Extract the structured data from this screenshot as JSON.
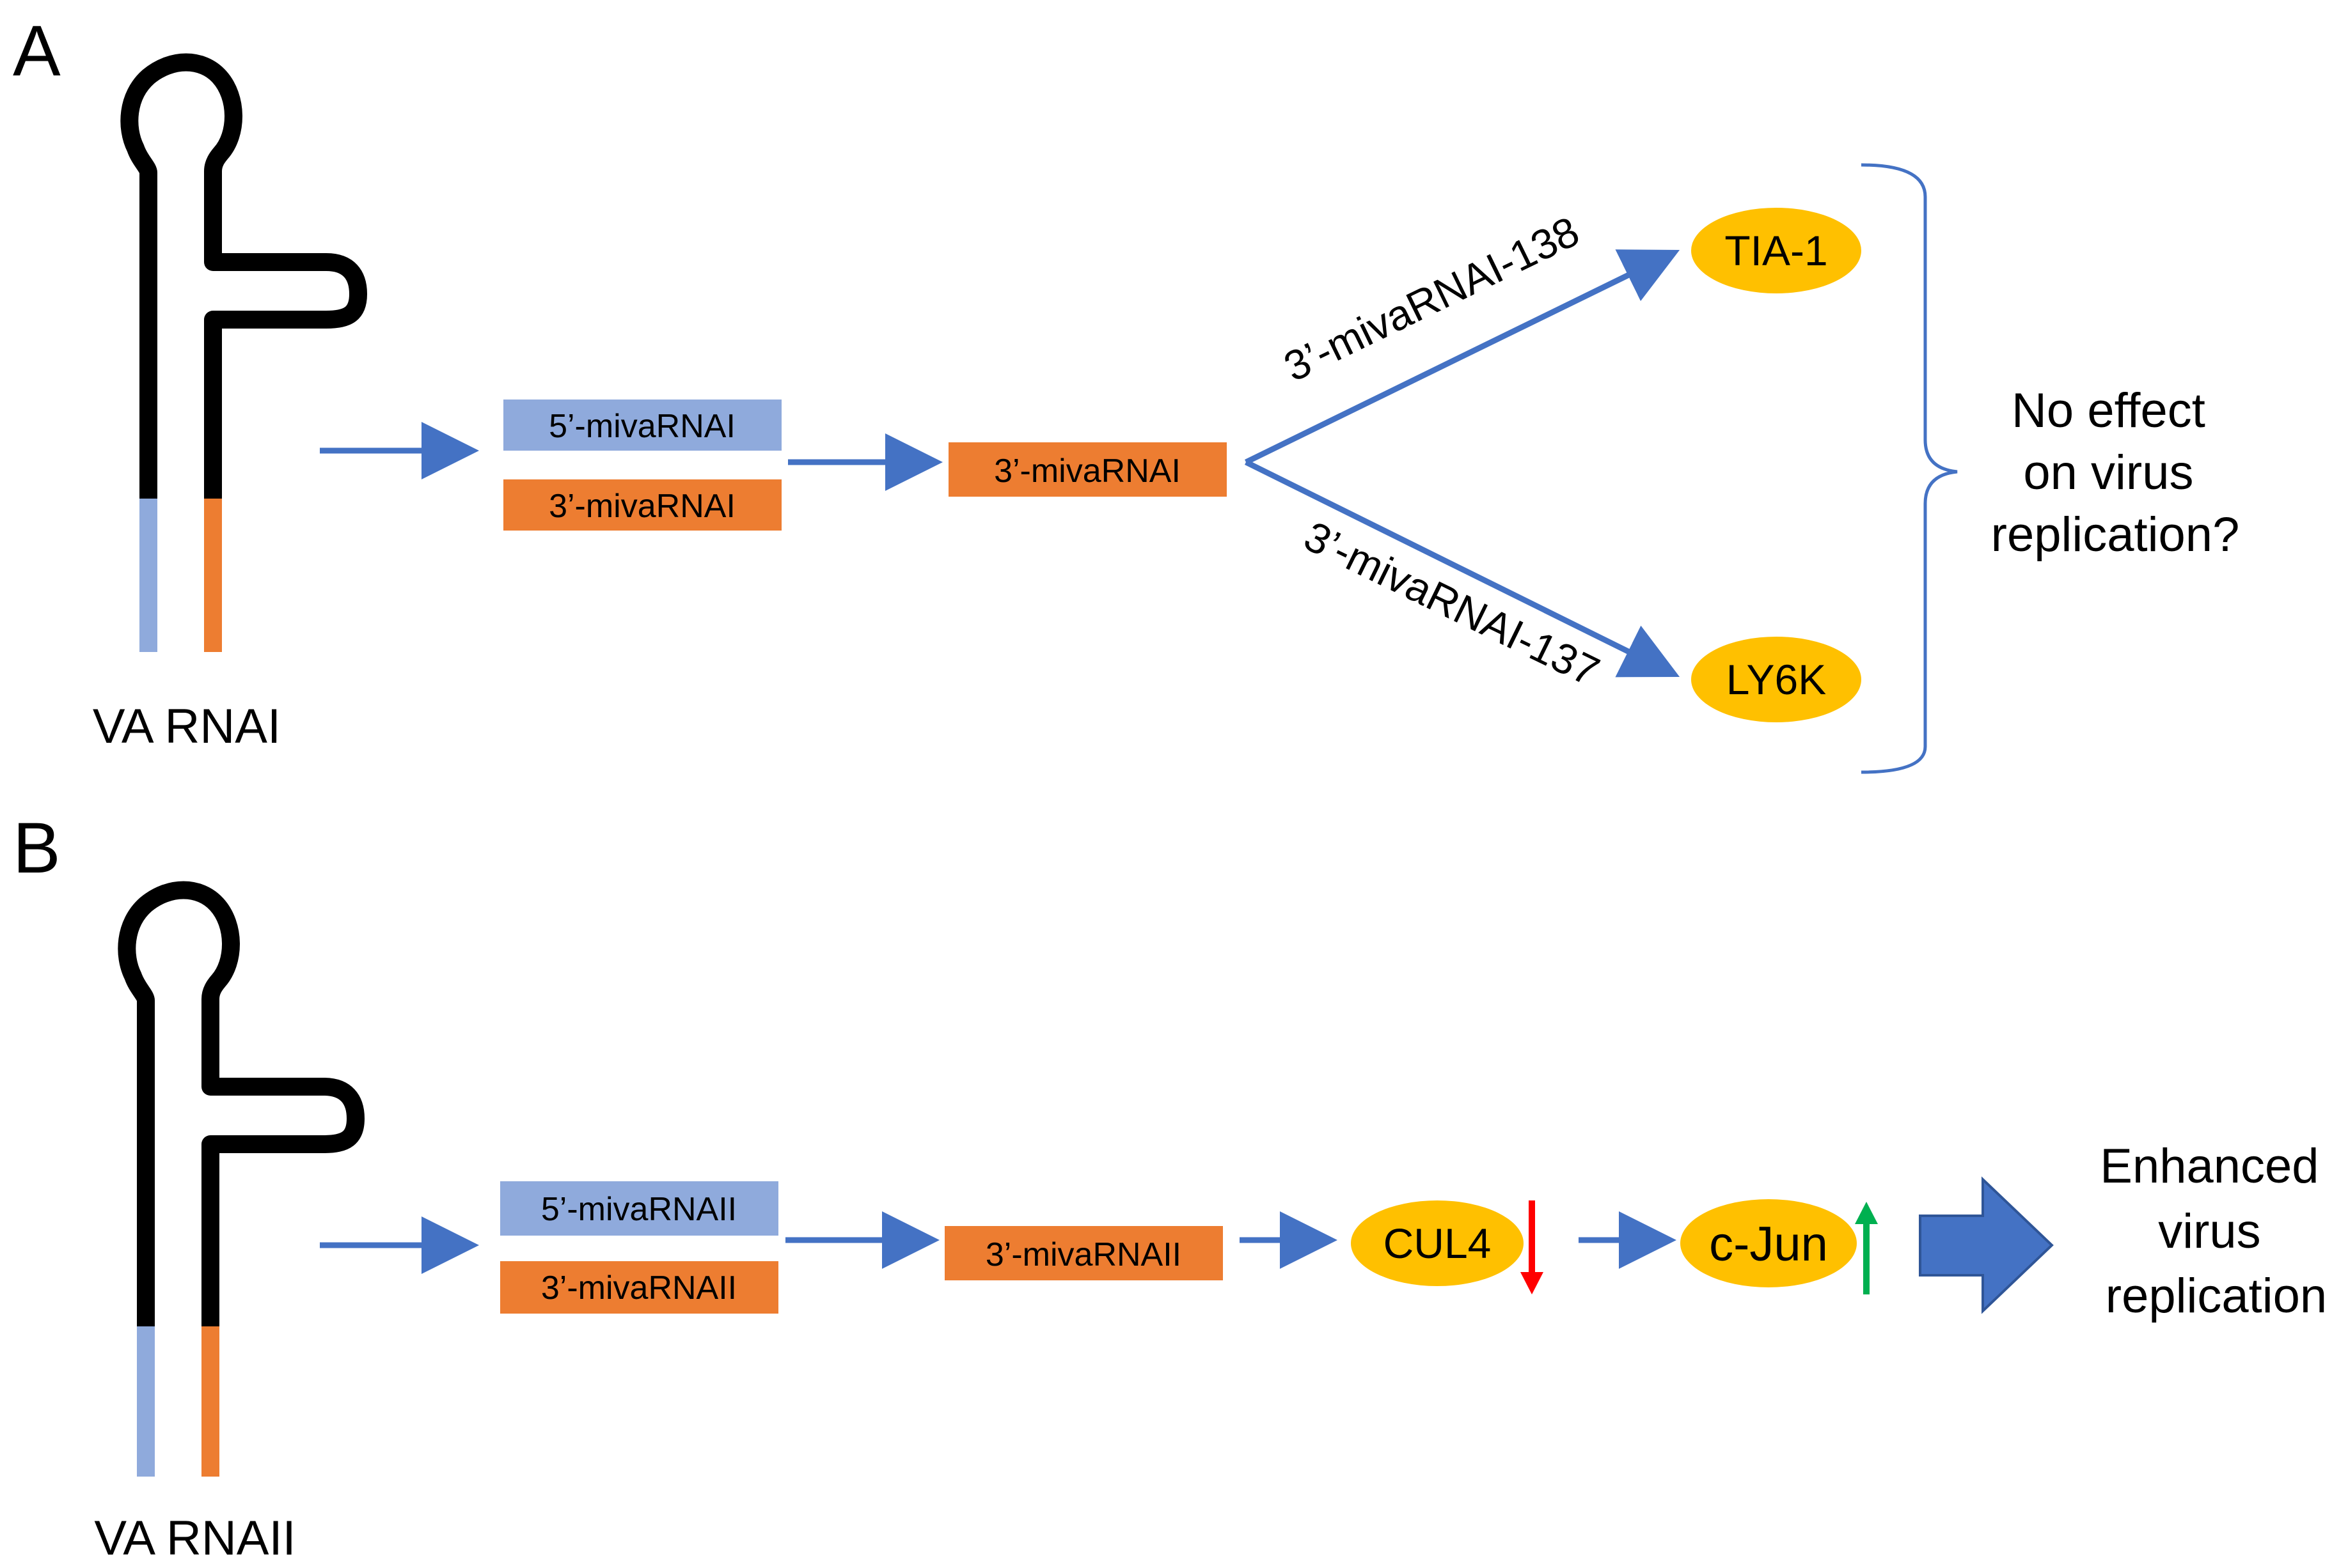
{
  "panel_a": {
    "letter": "A",
    "hairpin_label": "VA RNAI",
    "box_5p": "5’-mivaRNAI",
    "box_3p": "3’-mivaRNAI",
    "box_mature": "3’-mivaRNAI",
    "branch_upper_label": "3’-mivaRNAI-138",
    "branch_lower_label": "3’-mivaRNAI-137",
    "target_upper": "TIA-1",
    "target_lower": "LY6K",
    "outcome_lines": [
      "No effect",
      "on virus",
      "replication?"
    ]
  },
  "panel_b": {
    "letter": "B",
    "hairpin_label": "VA RNAII",
    "box_5p": "5’-mivaRNAII",
    "box_3p": "3’-mivaRNAII",
    "box_mature": "3’-mivaRNAII",
    "target_1": "CUL4",
    "target_2": "c-Jun",
    "outcome_lines": [
      "Enhanced",
      "virus",
      "replication"
    ]
  },
  "colors": {
    "arrow_blue": "#4472C4",
    "box_5p": "#8FAADC",
    "box_3p": "#ED7D31",
    "target_fill": "#FFC000",
    "down_red": "#FF0000",
    "up_green": "#00B050",
    "stem_black": "#000000",
    "fat_arrow_fill": "#4472C4",
    "fat_arrow_stroke": "#2F5597"
  }
}
